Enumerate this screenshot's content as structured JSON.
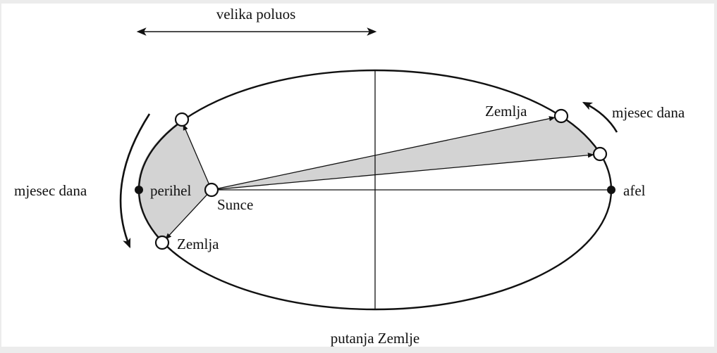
{
  "labels": {
    "semi_major_axis": "velika poluos",
    "orbit": "putanja Zemlje",
    "sun": "Sunce",
    "perihelion": "perihel",
    "aphelion": "afel",
    "earth_top": "Zemlja",
    "earth_bottom": "Zemlja",
    "month_left": "mjesec dana",
    "month_right": "mjesec dana"
  },
  "colors": {
    "background": "#ececec",
    "panel": "#ffffff",
    "shaded_area": "#d3d3d3",
    "line": "#111111"
  }
}
